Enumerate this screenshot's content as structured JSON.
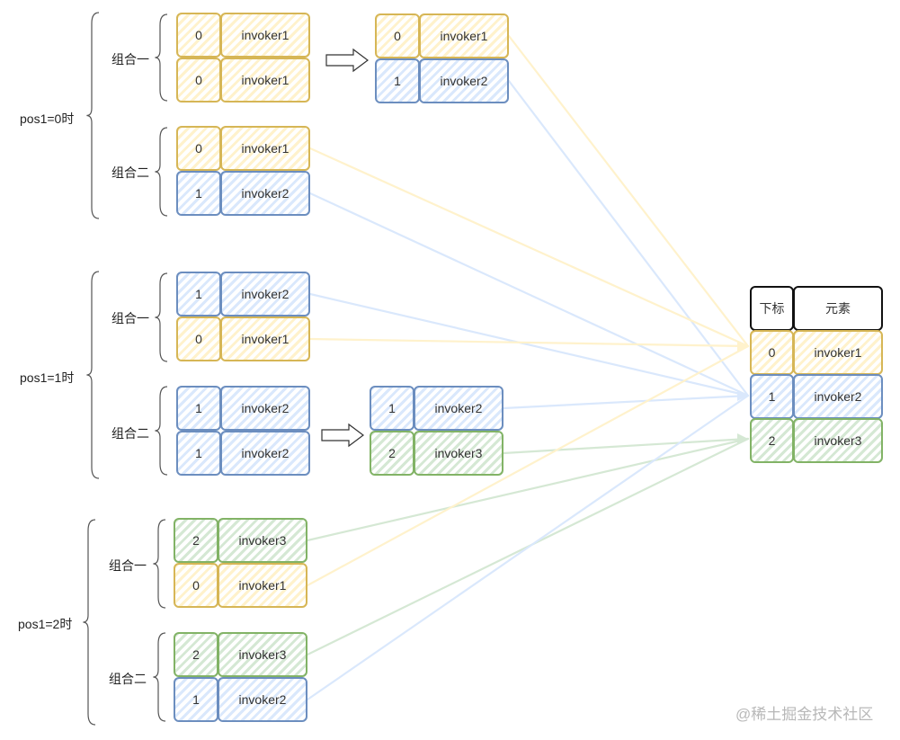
{
  "groups": [
    {
      "label": "pos1=0时",
      "combos": [
        {
          "label": "组合一",
          "cells": [
            {
              "index": "0",
              "element": "invoker1",
              "color": "yellow"
            },
            {
              "index": "0",
              "element": "invoker1",
              "color": "yellow"
            }
          ],
          "result": [
            {
              "index": "0",
              "element": "invoker1",
              "color": "yellow"
            },
            {
              "index": "1",
              "element": "invoker2",
              "color": "blue"
            }
          ]
        },
        {
          "label": "组合二",
          "cells": [
            {
              "index": "0",
              "element": "invoker1",
              "color": "yellow"
            },
            {
              "index": "1",
              "element": "invoker2",
              "color": "blue"
            }
          ]
        }
      ]
    },
    {
      "label": "pos1=1时",
      "combos": [
        {
          "label": "组合一",
          "cells": [
            {
              "index": "1",
              "element": "invoker2",
              "color": "blue"
            },
            {
              "index": "0",
              "element": "invoker1",
              "color": "yellow"
            }
          ]
        },
        {
          "label": "组合二",
          "cells": [
            {
              "index": "1",
              "element": "invoker2",
              "color": "blue"
            },
            {
              "index": "1",
              "element": "invoker2",
              "color": "blue"
            }
          ],
          "result": [
            {
              "index": "1",
              "element": "invoker2",
              "color": "blue"
            },
            {
              "index": "2",
              "element": "invoker3",
              "color": "green"
            }
          ]
        }
      ]
    },
    {
      "label": "pos1=2时",
      "combos": [
        {
          "label": "组合一",
          "cells": [
            {
              "index": "2",
              "element": "invoker3",
              "color": "green"
            },
            {
              "index": "0",
              "element": "invoker1",
              "color": "yellow"
            }
          ]
        },
        {
          "label": "组合二",
          "cells": [
            {
              "index": "2",
              "element": "invoker3",
              "color": "green"
            },
            {
              "index": "1",
              "element": "invoker2",
              "color": "blue"
            }
          ]
        }
      ]
    }
  ],
  "array": {
    "header_index": "下标",
    "header_element": "元素",
    "rows": [
      {
        "index": "0",
        "element": "invoker1",
        "color": "yellow"
      },
      {
        "index": "1",
        "element": "invoker2",
        "color": "blue"
      },
      {
        "index": "2",
        "element": "invoker3",
        "color": "green"
      }
    ]
  },
  "watermark": "@稀土掘金技术社区",
  "colors": {
    "yellow": "#d6b656",
    "blue": "#6c8ebf",
    "green": "#82b366",
    "yellow_line": "#fff2cc",
    "blue_line": "#dae8fc",
    "green_line": "#d5e8d4"
  }
}
